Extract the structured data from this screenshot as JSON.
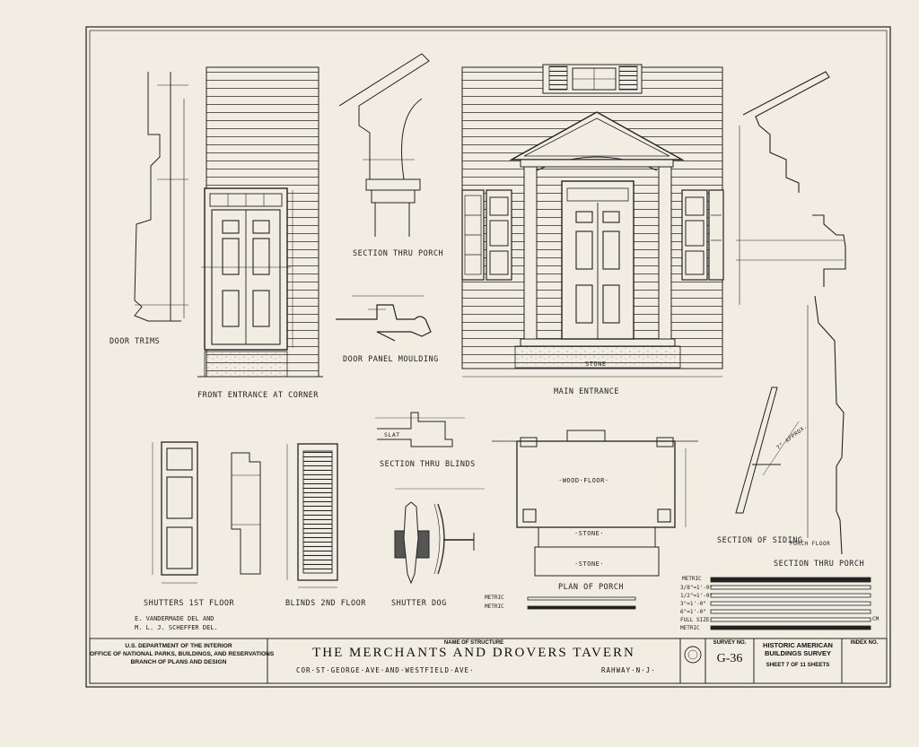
{
  "drawing_labels": {
    "door_trims": "DOOR TRIMS",
    "front_entrance": "FRONT ENTRANCE AT CORNER",
    "section_thru_porch_top": "SECTION THRU PORCH",
    "door_panel_moulding": "DOOR PANEL MOULDING",
    "main_entrance": "MAIN ENTRANCE",
    "section_thru_blinds": "SECTION THRU BLINDS",
    "shutters_1st": "SHUTTERS 1ST FLOOR",
    "blinds_2nd": "BLINDS 2ND FLOOR",
    "shutter_dog": "SHUTTER DOG",
    "plan_of_porch": "PLAN OF PORCH",
    "section_of_siding": "SECTION OF SIDING",
    "section_thru_porch_right": "SECTION THRU PORCH",
    "wood_floor": "·WOOD·FLOOR·",
    "stone_plan_1": "·STONE·",
    "stone_plan_2": "·STONE·",
    "stone_elev": "STONE",
    "slat": "SLAT",
    "porch_floor": "PORCH FLOOR",
    "approx": "7\" APPROX."
  },
  "credits": {
    "line1": "E. VANDERMADE  DEL   AND",
    "line2": "M. L. J. SCHEFFER  DEL."
  },
  "scales": {
    "metric_top": "METRIC",
    "rows": [
      "3/8\"=1'-0\"",
      "1/2\"=1'-0\"",
      "3\"=1'-0\"",
      "6\"=1'-0\"",
      "FULL SIZE",
      "METRIC"
    ],
    "metric_left_1": "METRIC",
    "metric_left_2": "METRIC",
    "cm": "CM"
  },
  "title_block": {
    "dept_line1": "U.S. DEPARTMENT OF THE INTERIOR",
    "dept_line2": "OFFICE OF NATIONAL PARKS, BUILDINGS, AND RESERVATIONS",
    "dept_line3": "BRANCH OF PLANS AND DESIGN",
    "name_caption": "NAME OF STRUCTURE",
    "title": "THE MERCHANTS AND DROVERS TAVERN",
    "address": "COR·ST·GEORGE·AVE·AND·WESTFIELD·AVE·",
    "city": "RAHWAY·N·J·",
    "survey_caption": "SURVEY NO.",
    "survey_no": "G-36",
    "habs_line1": "HISTORIC AMERICAN",
    "habs_line2": "BUILDINGS SURVEY",
    "sheet_text": "SHEET 7 OF 11 SHEETS",
    "index_caption": "INDEX NO."
  }
}
